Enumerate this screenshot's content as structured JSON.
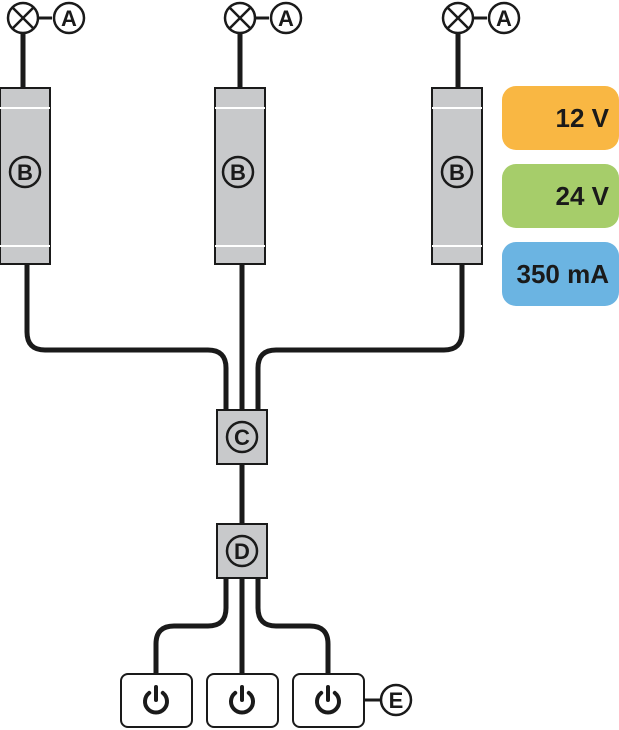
{
  "labels": {
    "lamp": "A",
    "driver": "B",
    "splitter": "C",
    "dimmer_hub": "D",
    "switch": "E"
  },
  "legend": [
    {
      "text": "12 V",
      "color": "#f9b743"
    },
    {
      "text": "24 V",
      "color": "#a6cd6a"
    },
    {
      "text": "350 mA",
      "color": "#6bb4e2"
    }
  ],
  "colors": {
    "wire": "#1a1a1a",
    "component_fill": "#c8c9cb",
    "outline": "#1a1a1a",
    "switch_fill": "#ffffff"
  },
  "icons": {
    "lamp": "lamp-cross-icon",
    "switch": "power-icon"
  }
}
